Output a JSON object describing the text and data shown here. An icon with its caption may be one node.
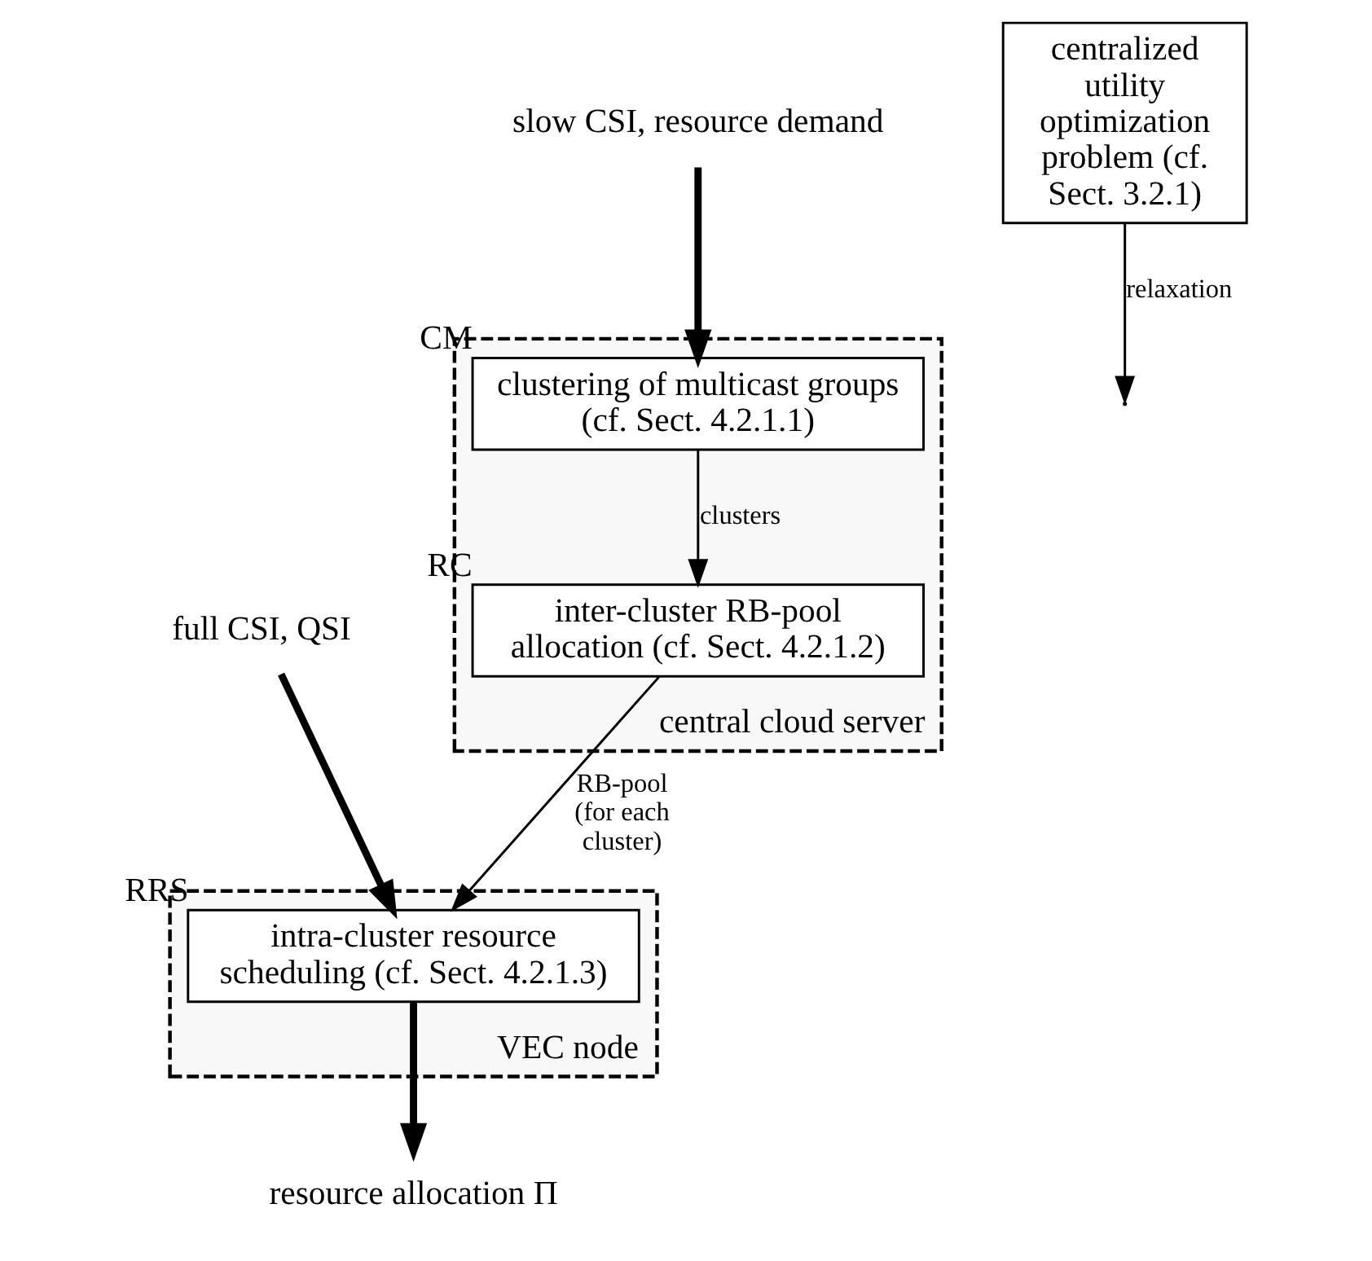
{
  "diagram": {
    "nodes": [
      {
        "text": [
          "central cloud server"
        ]
      },
      {
        "text": [
          "clustering of multicast groups (cf. Sect. 4.2.1.1)"
        ],
        "beside": [
          "CM"
        ],
        "in": 0
      },
      {
        "text": [
          "inter-cluster RB-pool allocation (cf. Sect. 4.2.1.2)"
        ],
        "beside": [
          "RC"
        ],
        "in": 0
      },
      {
        "text": [
          "VEC node"
        ]
      },
      {
        "text": [
          "intra-cluster resource scheduling (cf. Sect. 4.2.1.3)"
        ],
        "beside": [
          "RRS"
        ],
        "in": 3
      },
      {
        "text": [
          "centralized utility optimization problem (cf. Sect. 3.2.1)"
        ]
      },
      {
        "text": [
          "slow CSI, resource demand"
        ]
      },
      {
        "text": [
          "full CSI, QSI"
        ]
      },
      {
        "text": [
          "resource allocation Π"
        ]
      }
    ],
    "edges": [
      {
        "from": 6,
        "to": 1,
        "arrow": "to",
        "style": "thick"
      },
      {
        "from": 1,
        "to": 2,
        "arrow": "to",
        "label": "clusters"
      },
      {
        "from": 2,
        "to": 4,
        "arrow": "to",
        "label": "RB-pool (for each cluster)"
      },
      {
        "from": 7,
        "to": 4,
        "arrow": "to",
        "style": "thick"
      },
      {
        "from": 4,
        "to": 8,
        "arrow": "to",
        "style": "thick"
      },
      {
        "from": 5,
        "to": null,
        "arrow": "to",
        "label": "relaxation"
      }
    ]
  }
}
